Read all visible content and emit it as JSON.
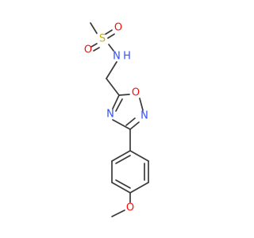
{
  "colors": {
    "bond": "#3a3a3a",
    "carbon": "#3a3a3a",
    "oxygen": "#ff0d0d",
    "nitrogen": "#3050f8",
    "sulfur": "#c8b400"
  },
  "atoms": {
    "s1": {
      "symbol": "S"
    },
    "o1": {
      "symbol": "O"
    },
    "o2": {
      "symbol": "O"
    },
    "n1": {
      "symbol": "N"
    },
    "h1": {
      "symbol": "H"
    },
    "o3": {
      "symbol": "O"
    },
    "n2": {
      "symbol": "N"
    },
    "n3": {
      "symbol": "N"
    },
    "o4": {
      "symbol": "O"
    }
  }
}
